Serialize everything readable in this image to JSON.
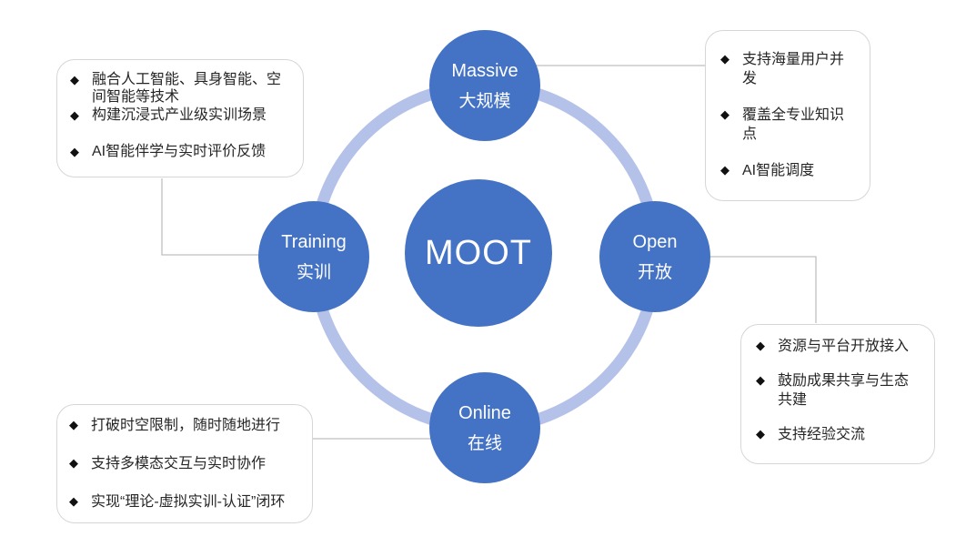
{
  "colors": {
    "accent": "#4472C4",
    "ring": "#B4C1E8",
    "connector": "#BFBFBF",
    "border": "#D6D6D6",
    "text": "#262626"
  },
  "bullet": "◆",
  "center": {
    "label": "MOOT"
  },
  "nodes": {
    "massive": {
      "en": "Massive",
      "zh": "大规模"
    },
    "open": {
      "en": "Open",
      "zh": "开放"
    },
    "online": {
      "en": "Online",
      "zh": "在线"
    },
    "training": {
      "en": "Training",
      "zh": "实训"
    }
  },
  "boxes": {
    "training_features": {
      "items": [
        "融合人工智能、具身智能、空间智能等技术",
        "构建沉浸式产业级实训场景",
        "AI智能伴学与实时评价反馈"
      ]
    },
    "massive_features": {
      "items": [
        "支持海量用户并发",
        "覆盖全专业知识点",
        "AI智能调度"
      ]
    },
    "open_features": {
      "items": [
        "资源与平台开放接入",
        "鼓励成果共享与生态共建",
        "支持经验交流"
      ]
    },
    "online_features": {
      "items": [
        "打破时空限制，随时随地进行",
        "支持多模态交互与实时协作",
        "实现“理论-虚拟实训-认证”闭环"
      ]
    }
  }
}
